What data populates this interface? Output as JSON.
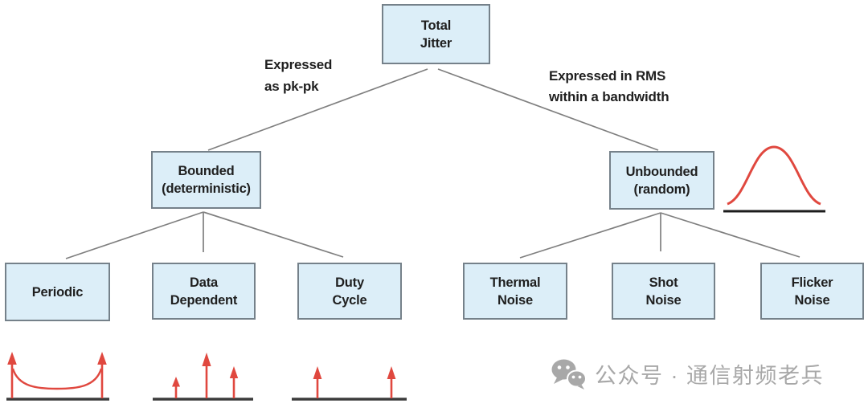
{
  "diagram": {
    "title_node": {
      "label": "Total\nJitter"
    },
    "edge_labels": {
      "left": "Expressed\nas pk-pk",
      "right": "Expressed in RMS\nwithin a bandwidth"
    },
    "branches": [
      {
        "label": "Bounded\n(deterministic)"
      },
      {
        "label": "Unbounded\n(random)"
      }
    ],
    "bounded_children": [
      {
        "label": "Periodic"
      },
      {
        "label": "Data\nDependent"
      },
      {
        "label": "Duty\nCycle"
      }
    ],
    "unbounded_children": [
      {
        "label": "Thermal\nNoise"
      },
      {
        "label": "Shot\nNoise"
      },
      {
        "label": "Flicker\nNoise"
      }
    ],
    "icons": {
      "periodic": "bathtub-curve-two-arrows",
      "data_dependent": "three-impulse-arrows",
      "duty_cycle": "two-impulse-arrows",
      "unbounded": "gaussian-bell-curve"
    }
  },
  "watermark": {
    "icon": "wechat-icon",
    "text": "公众号 · 通信射频老兵"
  },
  "colors": {
    "box_fill": "#dceef8",
    "box_border": "#75818a",
    "connector": "#7f7f7f",
    "accent_red": "#e0483f",
    "baseline_dark": "#3c3c3c",
    "gauss_baseline": "#1c1c1c",
    "text": "#1f1f1f",
    "watermark_gray": "#a8a8a8"
  }
}
